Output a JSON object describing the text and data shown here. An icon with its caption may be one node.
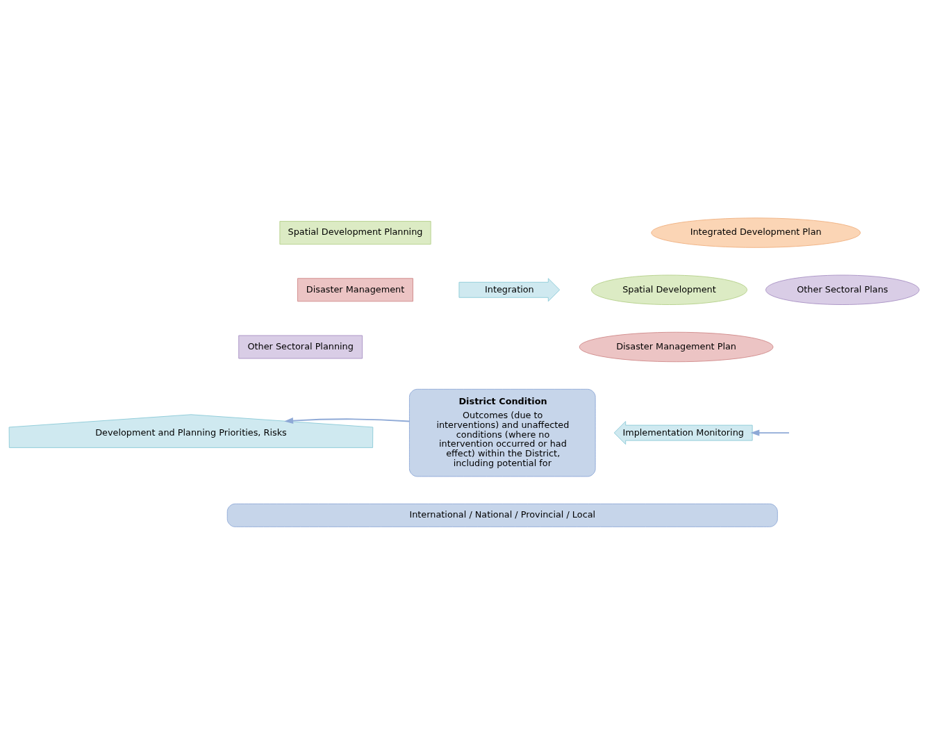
{
  "diagram": {
    "nodes": [
      {
        "text": [
          "Spatial Development Planning"
        ]
      },
      {
        "text": [
          "Disaster Management"
        ]
      },
      {
        "text": [
          "Other Sectoral Planning"
        ]
      },
      {
        "text": [
          "Integration"
        ]
      },
      {
        "text": [
          "Integrated Development Plan"
        ]
      },
      {
        "text": [
          "Spatial Development"
        ]
      },
      {
        "text": [
          "Other Sectoral Plans"
        ]
      },
      {
        "text": [
          "Disaster Management Plan"
        ]
      },
      {
        "text": [
          "Development and Planning Priorities, Risks"
        ]
      },
      {
        "text": [
          "District Condition",
          "Outcomes (due to interventions) and unaffected conditions (where no intervention occurred or had effect) within the District, including potential for"
        ]
      },
      {
        "text": [
          "Implementation Monitoring"
        ]
      },
      {
        "text": [
          "International / National / Provincial / Local"
        ]
      }
    ],
    "edges": [
      {
        "from": null,
        "to": 10,
        "arrow": "to"
      },
      {
        "from": 9,
        "to": 8,
        "arrow": "to"
      }
    ]
  }
}
